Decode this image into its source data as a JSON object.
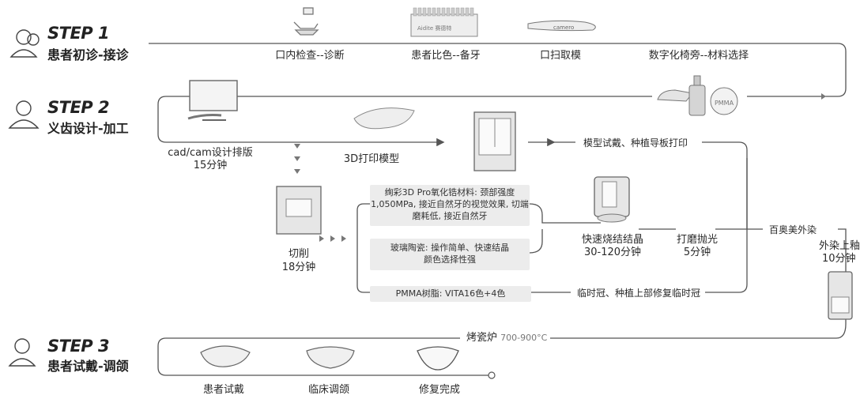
{
  "steps": [
    {
      "label": "STEP 1",
      "title": "患者初诊-接诊"
    },
    {
      "label": "STEP 2",
      "title": "义齿设计-加工"
    },
    {
      "label": "STEP 3",
      "title": "患者试戴-调颌"
    }
  ],
  "row1": {
    "items": [
      "口内检查--诊断",
      "患者比色--备牙",
      "口扫取模",
      "数字化椅旁--材料选择"
    ],
    "camera_brand": "camero",
    "shade_guide_text": "Aidite 赛德特",
    "pmma_disc_text": "PMMA"
  },
  "row2": {
    "cad_label": "cad/cam设计排版",
    "cad_time": "15分钟",
    "print_label": "3D打印模型",
    "print_branch": "模型试戴、种植导板打印"
  },
  "row3": {
    "mill_label": "切削",
    "mill_time": "18分钟",
    "materials": [
      {
        "lines": [
          "绚彩3D Pro氧化锆材料: 颈部强度",
          "1,050MPa, 接近自然牙的视觉效果, 切端",
          "磨耗低, 接近自然牙"
        ]
      },
      {
        "lines": [
          "玻璃陶瓷: 操作简单、快速结晶",
          "颜色选择性强"
        ]
      },
      {
        "lines": [
          "PMMA树脂: VITA16色+4色"
        ]
      }
    ],
    "sinter_label": "快速烧结结晶",
    "sinter_time": "30-120分钟",
    "polish_label": "打磨抛光",
    "polish_time": "5分钟",
    "stain_label": "百奥美外染",
    "outer_stain_label": "外染上釉",
    "outer_stain_time": "10分钟",
    "temp_label": "临时冠、种植上部修复临时冠"
  },
  "furnace": {
    "label": "烤瓷炉",
    "temp": "700-900°C"
  },
  "row4": {
    "items": [
      "患者试戴",
      "临床调颌",
      "修复完成"
    ]
  }
}
